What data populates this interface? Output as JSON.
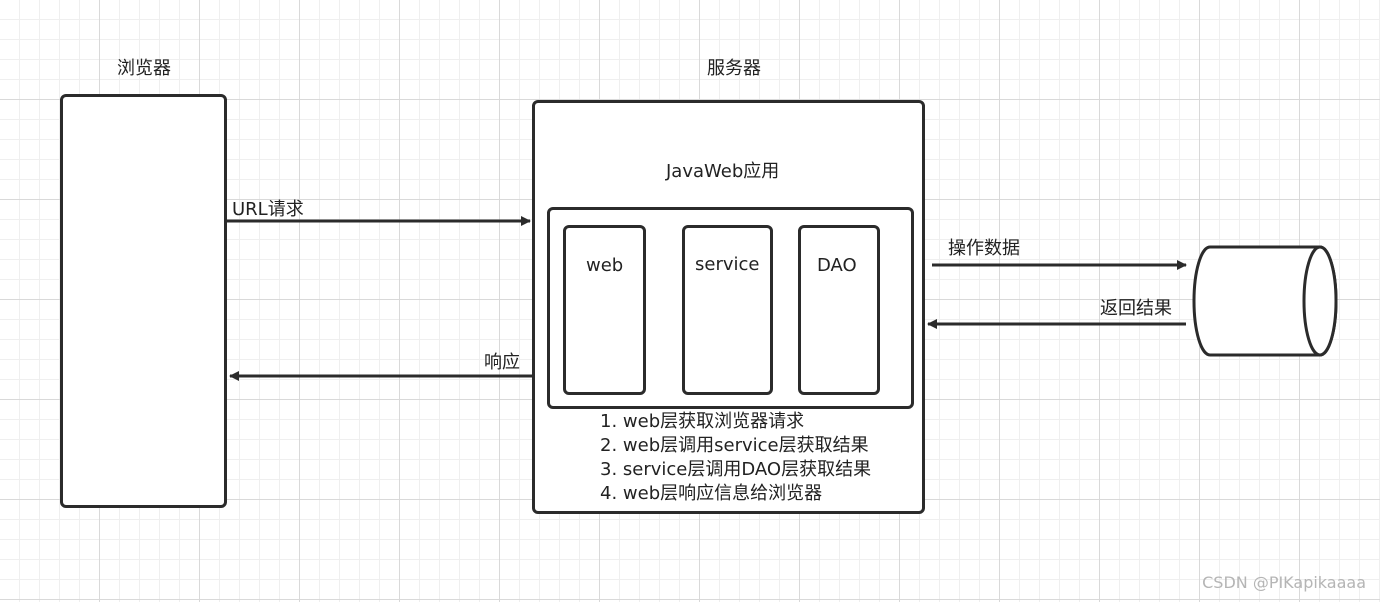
{
  "browser": {
    "title": "浏览器"
  },
  "server": {
    "title": "服务器",
    "app_label": "JavaWeb应用"
  },
  "layers": [
    {
      "label": "web"
    },
    {
      "label": "service"
    },
    {
      "label": "DAO"
    }
  ],
  "arrows": {
    "request": "URL请求",
    "response": "响应",
    "operate": "操作数据",
    "return": "返回结果"
  },
  "steps": [
    "1. web层获取浏览器请求",
    "2. web层调用service层获取结果",
    "3. service层调用DAO层获取结果",
    "4. web层响应信息给浏览器"
  ],
  "watermark": "CSDN @PIKapikaaaa"
}
